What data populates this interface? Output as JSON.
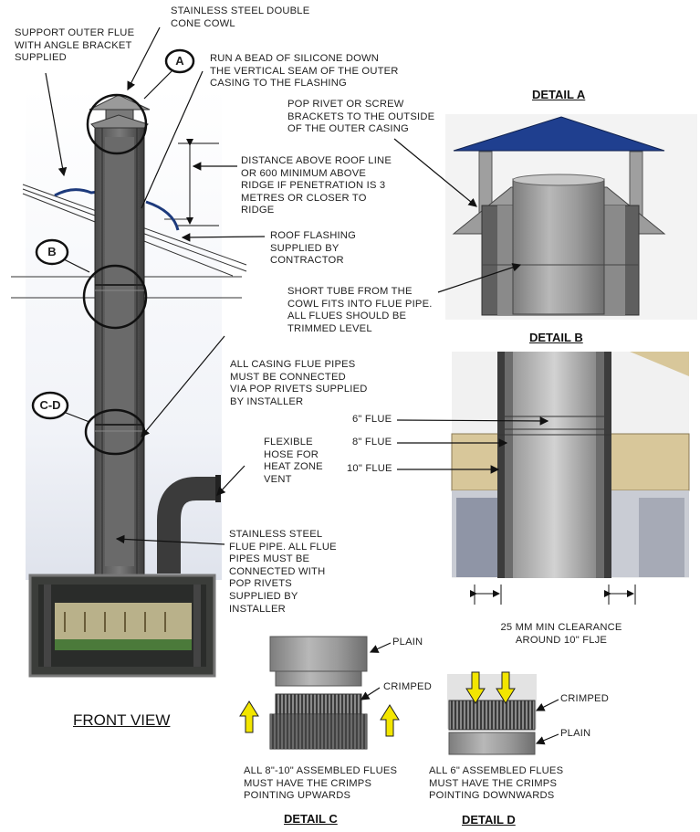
{
  "labels": {
    "cowl": "STAINLESS STEEL DOUBLE\nCONE COWL",
    "support": "SUPPORT OUTER FLUE\nWITH ANGLE BRACKET\nSUPPLIED",
    "silicone": "RUN A BEAD OF SILICONE DOWN\nTHE VERTICAL SEAM OF THE OUTER\nCASING TO THE FLASHING",
    "distance": "DISTANCE ABOVE ROOF LINE\nOR 600 MINIMUM ABOVE\nRIDGE IF PENETRATION IS 3\nMETRES OR CLOSER TO\nRIDGE",
    "flashing": "ROOF FLASHING\nSUPPLIED BY\nCONTRACTOR",
    "pop_rivet_brackets": "POP RIVET OR SCREW\nBRACKETS TO THE OUTSIDE\nOF THE OUTER CASING",
    "short_tube": "SHORT TUBE FROM THE\nCOWL FITS INTO FLUE PIPE.\nALL FLUES SHOULD BE\nTRIMMED LEVEL",
    "casing_connected": "ALL CASING FLUE PIPES\nMUST BE CONNECTED\nVIA POP RIVETS SUPPLIED\nBY INSTALLER",
    "flexible_hose": "FLEXIBLE\nHOSE FOR\nHEAT ZONE\nVENT",
    "stainless_pipe": "STAINLESS STEEL\nFLUE PIPE. ALL FLUE\nPIPES MUST BE\nCONNECTED WITH\nPOP RIVETS\nSUPPLIED BY\nINSTALLER",
    "flue6": "6\" FLUE",
    "flue8": "8\" FLUE",
    "flue10": "10\" FLUE",
    "clearance": "25 MM MIN CLEARANCE\nAROUND 10\" FLJE",
    "plain_c": "PLAIN",
    "crimped_c": "CRIMPED",
    "crimped_d": "CRIMPED",
    "plain_d": "PLAIN",
    "note_c": "ALL 8\"-10\" ASSEMBLED FLUES\nMUST HAVE THE CRIMPS\nPOINTING UPWARDS",
    "note_d": "ALL 6\" ASSEMBLED FLUES\nMUST HAVE THE CRIMPS\nPOINTING DOWNWARDS"
  },
  "titles": {
    "detail_a": "DETAIL A",
    "detail_b": "DETAIL B",
    "detail_c": "DETAIL C",
    "detail_d": "DETAIL D",
    "front_view": "FRONT VIEW"
  },
  "callouts": {
    "a": "A",
    "b": "B",
    "cd": "C-D"
  },
  "colors": {
    "cowl_blue": "#1f3f8f",
    "arrow_yellow": "#f3e600",
    "timber": "#d8c79a",
    "flue_grey": "#8a8a8a"
  }
}
